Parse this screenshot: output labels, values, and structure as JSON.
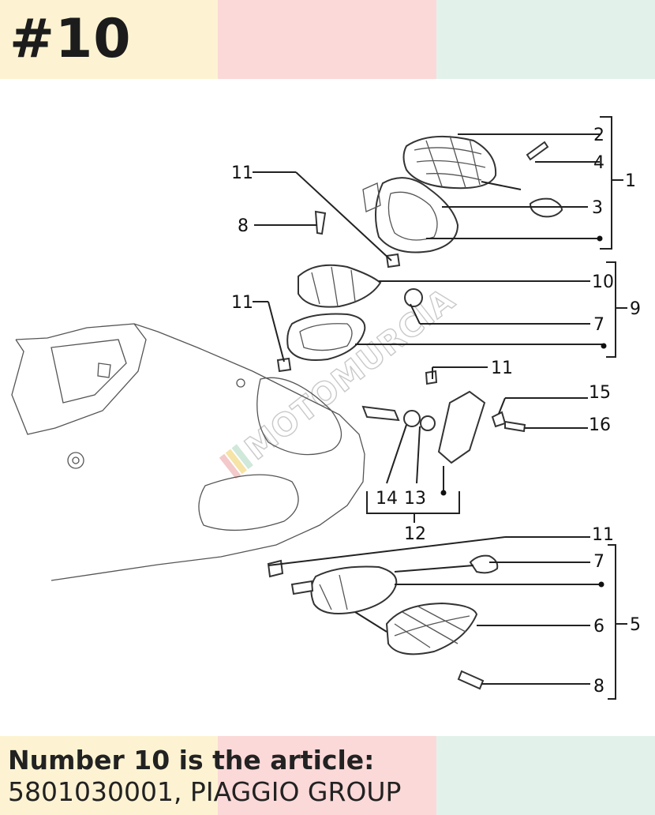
{
  "badge": "#10",
  "caption": {
    "line1": "Number 10 is the article:",
    "line2": "5801030001, PIAGGIO GROUP"
  },
  "watermark": "MOTOMURCIA",
  "callouts": {
    "c2": "2",
    "c4": "4",
    "c1": "1",
    "c3": "3",
    "c11a": "11",
    "c8a": "8",
    "c10": "10",
    "c9": "9",
    "c11b": "11",
    "c7a": "7",
    "c11c": "11",
    "c15": "15",
    "c16": "16",
    "c14": "14",
    "c13": "13",
    "c12": "12",
    "c11d": "11",
    "c7b": "7",
    "c6": "6",
    "c5": "5",
    "c8b": "8"
  },
  "colors": {
    "band_left": "#fdf3d2",
    "band_middle": "#fbd9d8",
    "band_right": "#e2f2ea",
    "text": "#222222"
  }
}
